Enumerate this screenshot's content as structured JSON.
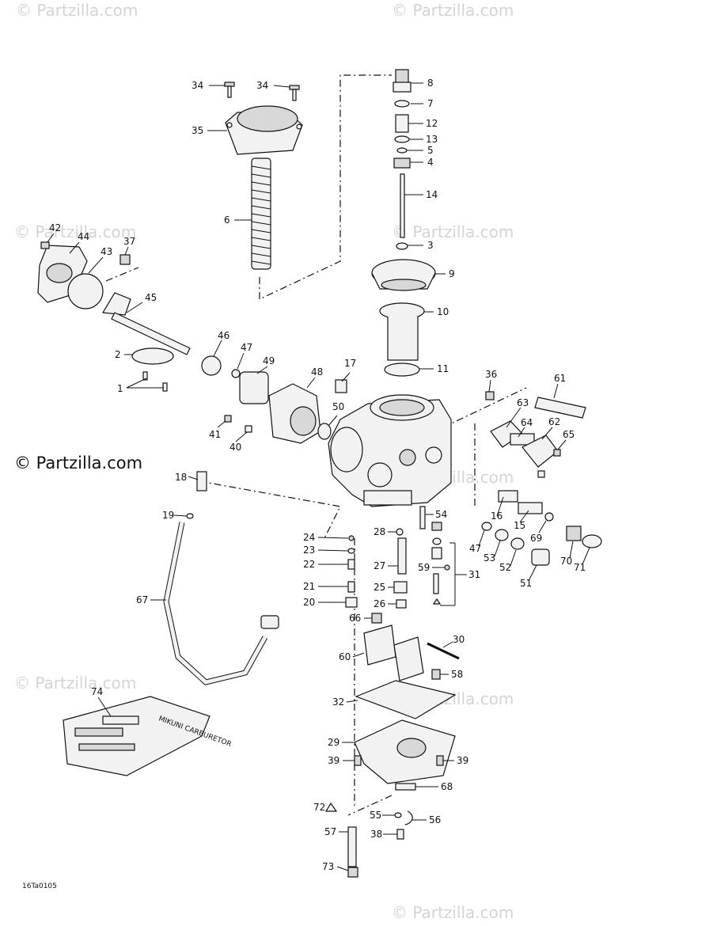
{
  "watermark_text": "© Partzilla.com",
  "brand_watermark": "© Partzilla.com",
  "diagram_reference": "16Ta0105",
  "kit_label": "MIKUNI CARBURETOR",
  "callouts": [
    "34",
    "34",
    "35",
    "6",
    "8",
    "7",
    "12",
    "13",
    "5",
    "4",
    "14",
    "3",
    "9",
    "10",
    "11",
    "42",
    "44",
    "43",
    "37",
    "45",
    "2",
    "1",
    "46",
    "47",
    "49",
    "48",
    "17",
    "36",
    "61",
    "63",
    "64",
    "62",
    "65",
    "41",
    "40",
    "50",
    "18",
    "19",
    "67",
    "24",
    "23",
    "22",
    "21",
    "20",
    "66",
    "28",
    "27",
    "25",
    "26",
    "54",
    "59",
    "31",
    "16",
    "15",
    "69",
    "47",
    "53",
    "52",
    "51",
    "70",
    "71",
    "60",
    "30",
    "58",
    "32",
    "29",
    "39",
    "39",
    "68",
    "72",
    "55",
    "56",
    "57",
    "38",
    "73",
    "74"
  ]
}
